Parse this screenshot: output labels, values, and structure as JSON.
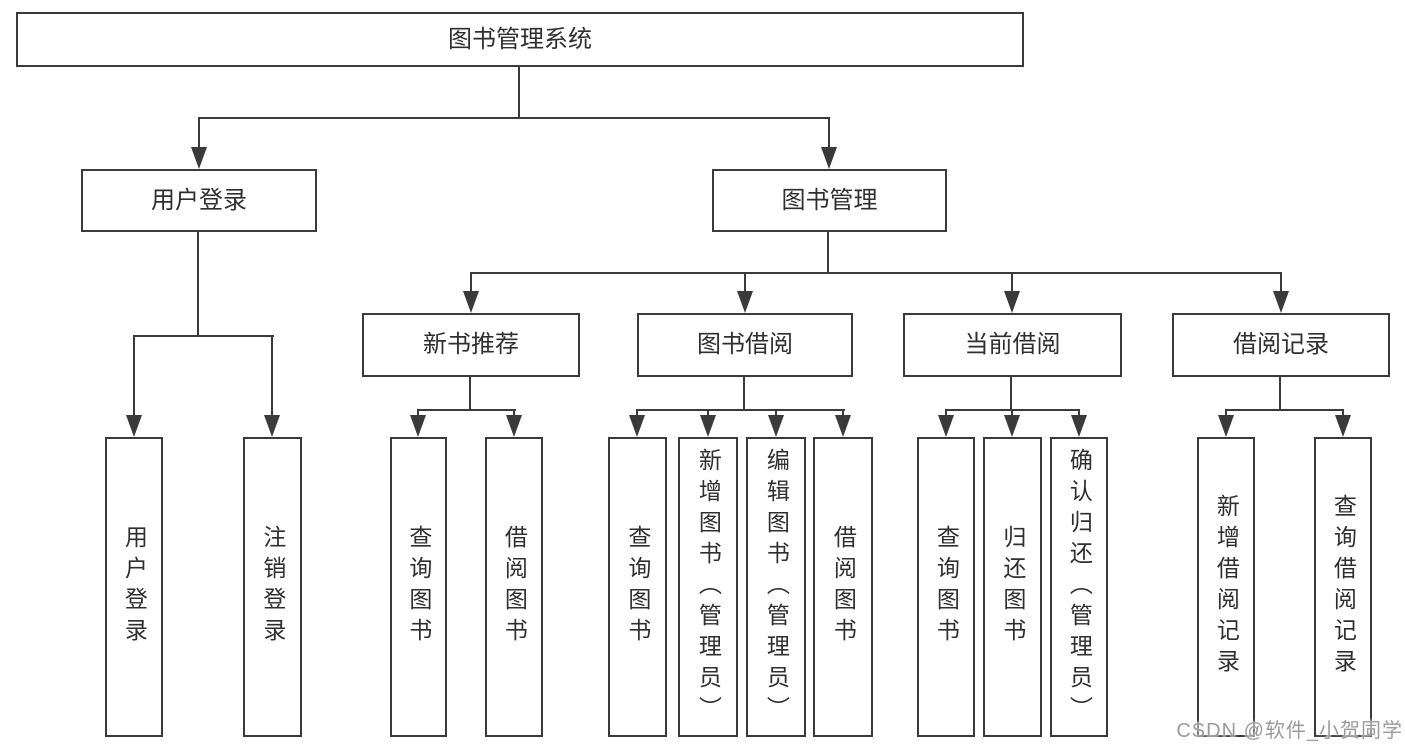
{
  "diagram_type": "hierarchy-tree",
  "colors": {
    "line": "#3a3a3a",
    "border": "#3a3a3a",
    "text": "#2f2f2f",
    "background": "#ffffff",
    "watermark": "#9b9b9b"
  },
  "nodes": {
    "root": "图书管理系统",
    "user_login": "用户登录",
    "book_mgmt": "图书管理",
    "new_book_rec": "新书推荐",
    "book_borrow": "图书借阅",
    "current_borrow": "当前借阅",
    "borrow_record": "借阅记录",
    "leaf_user_login": "用户登录",
    "leaf_logout": "注销登录",
    "leaf_nbr_query": "查询图书",
    "leaf_nbr_borrow": "借阅图书",
    "leaf_bb_query": "查询图书",
    "leaf_bb_add": "新增图书（管理员）",
    "leaf_bb_edit": "编辑图书（管理员）",
    "leaf_bb_borrow": "借阅图书",
    "leaf_cb_query": "查询图书",
    "leaf_cb_return": "归还图书",
    "leaf_cb_confirm": "确认归还（管理员）",
    "leaf_br_add": "新增借阅记录",
    "leaf_br_query": "查询借阅记录"
  },
  "hierarchy": {
    "图书管理系统": {
      "用户登录": [
        "用户登录",
        "注销登录"
      ],
      "图书管理": {
        "新书推荐": [
          "查询图书",
          "借阅图书"
        ],
        "图书借阅": [
          "查询图书",
          "新增图书（管理员）",
          "编辑图书（管理员）",
          "借阅图书"
        ],
        "当前借阅": [
          "查询图书",
          "归还图书",
          "确认归还（管理员）"
        ],
        "借阅记录": [
          "新增借阅记录",
          "查询借阅记录"
        ]
      }
    }
  },
  "watermark": "CSDN @软件_小贺同学"
}
